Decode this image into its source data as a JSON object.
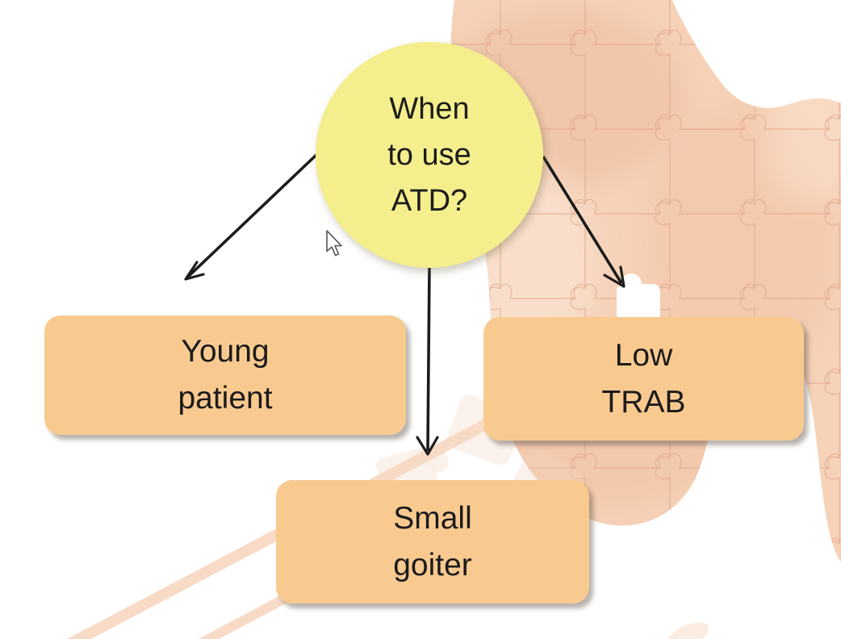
{
  "slide": {
    "topic": "thyroid antithyroid-drug decision diagram",
    "central_node": {
      "lines": [
        "When",
        "to use",
        "ATD?"
      ]
    },
    "branches": [
      {
        "id": "young-patient",
        "lines": [
          "Young",
          "patient"
        ]
      },
      {
        "id": "small-goiter",
        "lines": [
          "Small",
          "goiter"
        ]
      },
      {
        "id": "low-trab",
        "lines": [
          "Low",
          "TRAB"
        ]
      }
    ],
    "background_illustration": "thyroid-gland-made-of-puzzle-pieces"
  },
  "colors": {
    "circle-fill": "#f4ee8c",
    "box-fill": "#f9ca90",
    "text": "#1b1b1b",
    "arrow": "#1c1c1c",
    "thyroid-fill": "#f6d2b8",
    "puzzle-line": "#dfa78c",
    "stripe": "#f6d7c1"
  }
}
